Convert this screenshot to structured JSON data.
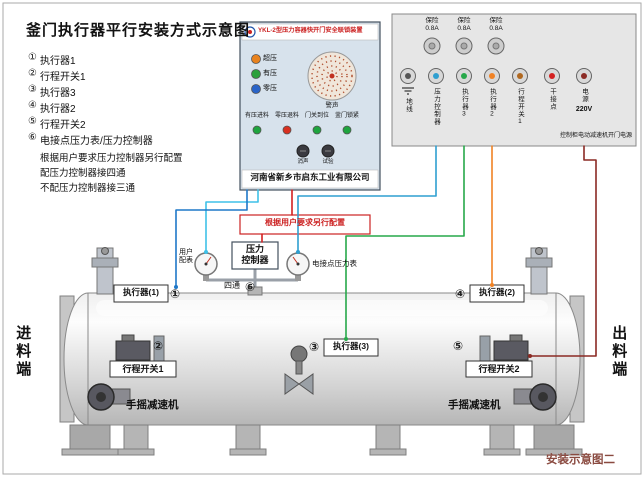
{
  "title": "釜门执行器平行安装方式示意图",
  "legend": {
    "items": [
      {
        "num": "①",
        "label": "执行器1"
      },
      {
        "num": "②",
        "label": "行程开关1"
      },
      {
        "num": "③",
        "label": "执行器3"
      },
      {
        "num": "④",
        "label": "执行器2"
      },
      {
        "num": "⑤",
        "label": "行程开关2"
      },
      {
        "num": "⑥",
        "label": "电接点压力表/压力控制器"
      }
    ],
    "notes": [
      "根据用户要求压力控制器另行配置",
      "配压力控制器接四通",
      "不配压力控制器接三通"
    ]
  },
  "interlock_panel": {
    "title": "YKL-2型压力容器快开门安全联锁装置",
    "lamps": [
      {
        "label": "超压",
        "color": "#e8821e"
      },
      {
        "label": "有压",
        "color": "#2ca03c"
      },
      {
        "label": "零压",
        "color": "#2a64c8"
      }
    ],
    "speaker_label": "警声",
    "status": [
      {
        "label": "有压进料",
        "color": "#1ea43e"
      },
      {
        "label": "零压退料",
        "color": "#d83020"
      },
      {
        "label": "门关到位",
        "color": "#1ea43e"
      },
      {
        "label": "釜门锁紧",
        "color": "#1ea43e"
      }
    ],
    "buttons": [
      {
        "label": "消声"
      },
      {
        "label": "试验"
      }
    ],
    "company": "河南省新乡市启东工业有限公司"
  },
  "terminal_panel": {
    "fuses": [
      {
        "label": "保险",
        "rating": "0.8A"
      },
      {
        "label": "保险",
        "rating": "0.8A"
      },
      {
        "label": "保险",
        "rating": "0.8A"
      }
    ],
    "terminals": [
      {
        "label": "地线",
        "color": "#555555"
      },
      {
        "label": "压力控制器",
        "color": "#2f9fd0"
      },
      {
        "label": "执行器3",
        "color": "#27a84a"
      },
      {
        "label": "执行器2",
        "color": "#f08224"
      },
      {
        "label": "行程开关1",
        "color": "#b06820"
      },
      {
        "label": "干接点",
        "color": "#d42020"
      },
      {
        "label": "电源",
        "sub": "220V",
        "color": "#8b2a24"
      }
    ],
    "note": "控制柜电动减速机开门电源"
  },
  "equipment": {
    "actuator1": "执行器(1)",
    "actuator2": "执行器(2)",
    "actuator3": "执行器(3)",
    "travel_switch1": "行程开关1",
    "travel_switch2": "行程开关2",
    "hand_reducer": "手摇减速机",
    "pressure_controller_lines": [
      "压力",
      "控制器"
    ],
    "four_way": "四通",
    "user_gauge": "用户配表",
    "contact_gauge": "电接点压力表",
    "config_note": "根据用户要求另行配置"
  },
  "vessel": {
    "feed_end": "进料端",
    "discharge_end": "出料端",
    "caption": "安装示意图二"
  },
  "wires": {
    "cyan": "#3fc1e8",
    "blue": "#1f78c8",
    "blue2": "#2f9fd0",
    "red": "#d42020",
    "green": "#27a84a",
    "orange": "#f08224",
    "maroon": "#8b2a24"
  }
}
